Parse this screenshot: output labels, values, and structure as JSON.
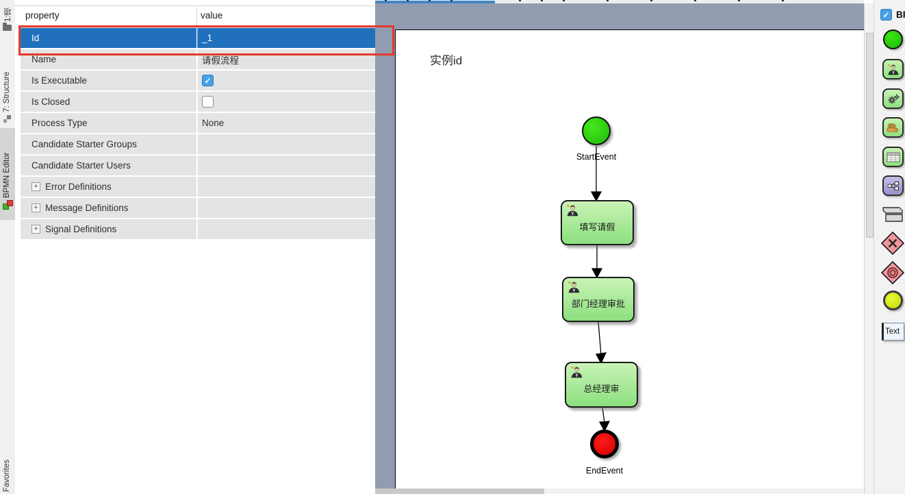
{
  "ui": {
    "expander_glyph": "+",
    "check_glyph": "✓"
  },
  "colors": {
    "selection_blue": "#2170bd",
    "annotation_red": "#e43a2c",
    "active_tab_blue": "#4186c6",
    "canvas_margin": "#929cb0",
    "task_green_top": "#c9f3b6",
    "task_green_bottom": "#8ce07f",
    "start_event_green": "#2bd60f",
    "end_event_red": "#e50000",
    "checkbox_blue": "#47a0e6",
    "palette_purple": "#a9a3d4",
    "palette_pink": "#f0959c",
    "palette_yellow": "#d6ea1a"
  },
  "left_rail": {
    "tabs": [
      {
        "label": "1:项"
      },
      {
        "label": "7: Structure"
      },
      {
        "label": "BPMN Editor",
        "selected": true
      },
      {
        "label": "Favorites"
      }
    ]
  },
  "properties_panel": {
    "columns": {
      "property": "property",
      "value": "value"
    },
    "rows": [
      {
        "property": "Id",
        "value": "_1",
        "selected": true
      },
      {
        "property": "Name",
        "value": "请假流程"
      },
      {
        "property": "Is Executable",
        "checkbox": "checked"
      },
      {
        "property": "Is Closed",
        "checkbox": "unchecked"
      },
      {
        "property": "Process Type",
        "value": "None"
      },
      {
        "property": "Candidate Starter Groups",
        "value": ""
      },
      {
        "property": "Candidate Starter Users",
        "value": ""
      },
      {
        "property": "Error Definitions",
        "expandable": true
      },
      {
        "property": "Message Definitions",
        "expandable": true
      },
      {
        "property": "Signal Definitions",
        "expandable": true
      }
    ]
  },
  "diagram": {
    "title": "实例id",
    "nodes": [
      {
        "type": "start-event",
        "label": "StartEvent"
      },
      {
        "type": "user-task",
        "label": "填写请假"
      },
      {
        "type": "user-task",
        "label": "部门经理审批"
      },
      {
        "type": "user-task",
        "label": "总经理审"
      },
      {
        "type": "end-event",
        "label": "EndEvent"
      }
    ],
    "edges": [
      {
        "from": "StartEvent",
        "to": "填写请假"
      },
      {
        "from": "填写请假",
        "to": "部门经理审批"
      },
      {
        "from": "部门经理审批",
        "to": "总经理审"
      },
      {
        "from": "总经理审",
        "to": "EndEvent"
      }
    ]
  },
  "palette": {
    "header_label": "BP",
    "header_checkbox": "checked",
    "items": [
      "start-event",
      "user-task",
      "service-task",
      "manual-task",
      "business-rule-task",
      "call-activity",
      "pool-lane",
      "exclusive-gateway",
      "event-gateway",
      "intermediate-event",
      "text-annotation"
    ],
    "text_annotation_label": "Text"
  }
}
